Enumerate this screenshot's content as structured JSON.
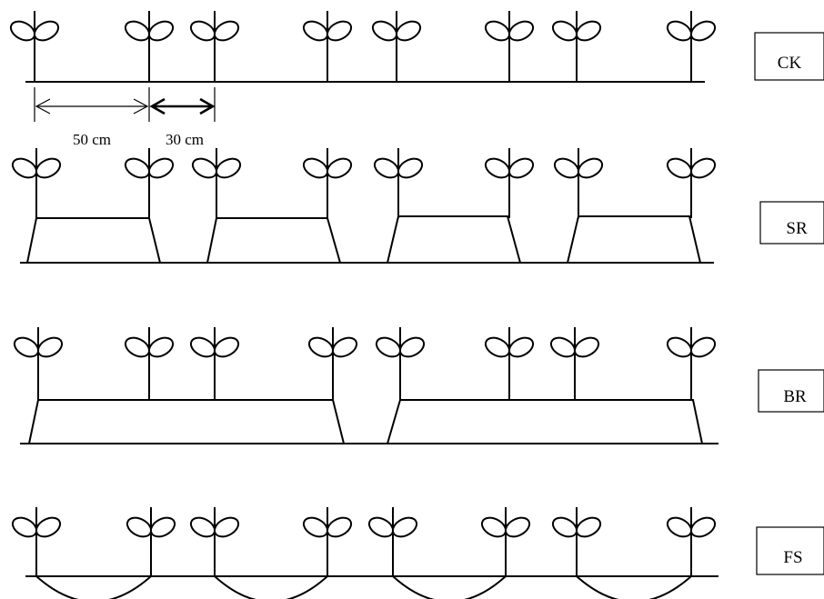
{
  "spacing": {
    "wide_label": "50 cm",
    "narrow_label": "30 cm"
  },
  "treatments": [
    {
      "key": "ck",
      "label": "CK"
    },
    {
      "key": "sr",
      "label": "SR"
    },
    {
      "key": "br",
      "label": "BR"
    },
    {
      "key": "fs",
      "label": "FS"
    }
  ],
  "icons": {
    "seedling": "seedling-icon"
  }
}
